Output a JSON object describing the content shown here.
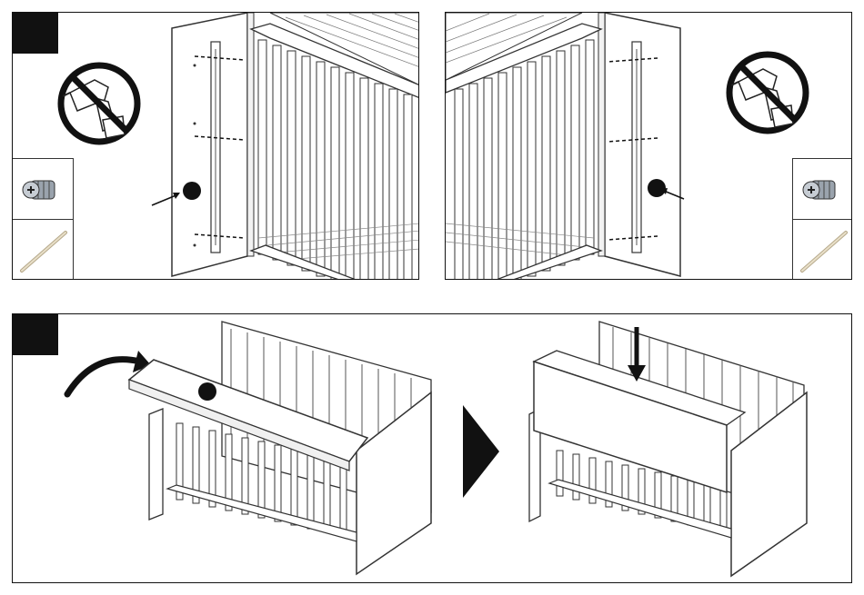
{
  "panels": [
    {
      "id": "top-left",
      "step_label": "",
      "tool": "no-power-drill-icon",
      "parts": [
        "barrel-nut-icon",
        "wooden-dowel-icon"
      ]
    },
    {
      "id": "top-right",
      "step_label": "",
      "tool": "no-power-drill-icon",
      "parts": [
        "barrel-nut-icon",
        "wooden-dowel-icon"
      ]
    },
    {
      "id": "bottom",
      "step_label": "",
      "flow_arrow": "next-step-triangle-icon"
    }
  ],
  "colors": {
    "ink": "#111111",
    "line": "#333333",
    "paper": "#ffffff"
  }
}
